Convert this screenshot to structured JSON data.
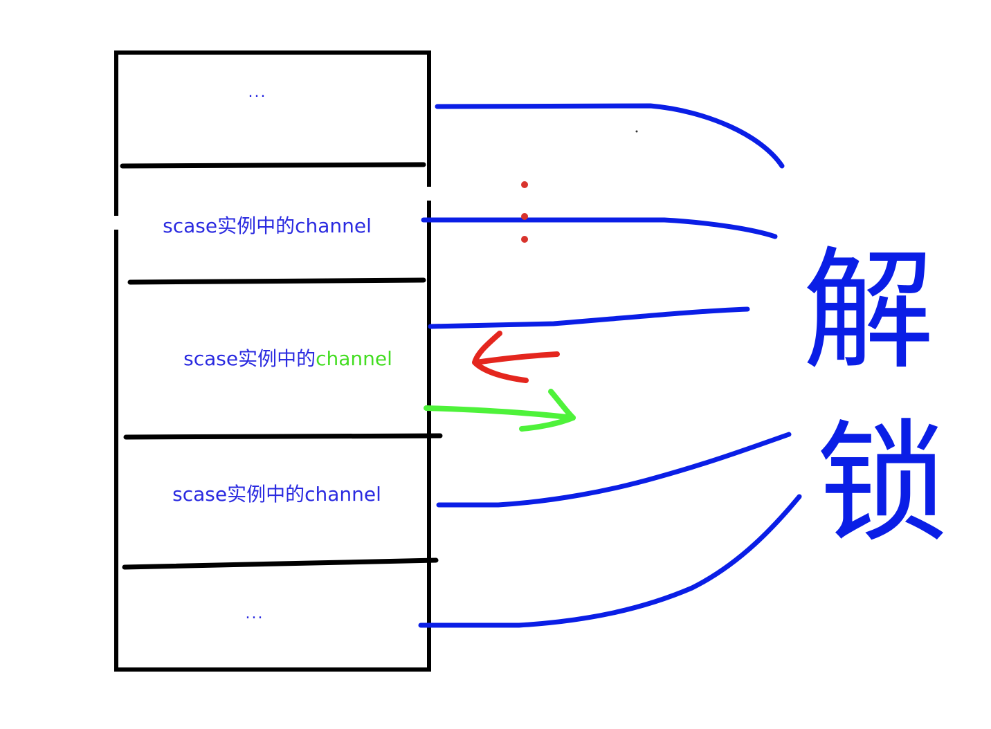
{
  "cells": [
    {
      "segments": [
        {
          "text": "...",
          "color": "#2a2ae0"
        }
      ]
    },
    {
      "segments": [
        {
          "text": "scase实例中的channel",
          "color": "#2a2ae0"
        }
      ]
    },
    {
      "segments": [
        {
          "text": "scase实例中的",
          "color": "#2a2ae0"
        },
        {
          "text": "channel",
          "color": "#44dd22"
        }
      ]
    },
    {
      "segments": [
        {
          "text": "scase实例中的channel",
          "color": "#2a2ae0"
        }
      ]
    },
    {
      "segments": [
        {
          "text": "...",
          "color": "#2a2ae0"
        }
      ]
    }
  ],
  "side_label": {
    "char1": "解",
    "char2": "锁"
  },
  "colors": {
    "box_border": "#000000",
    "connector": "#0a1ee6",
    "arrow_in": "#e4261e",
    "arrow_out": "#4ef23a",
    "dots": "#d8332c"
  }
}
